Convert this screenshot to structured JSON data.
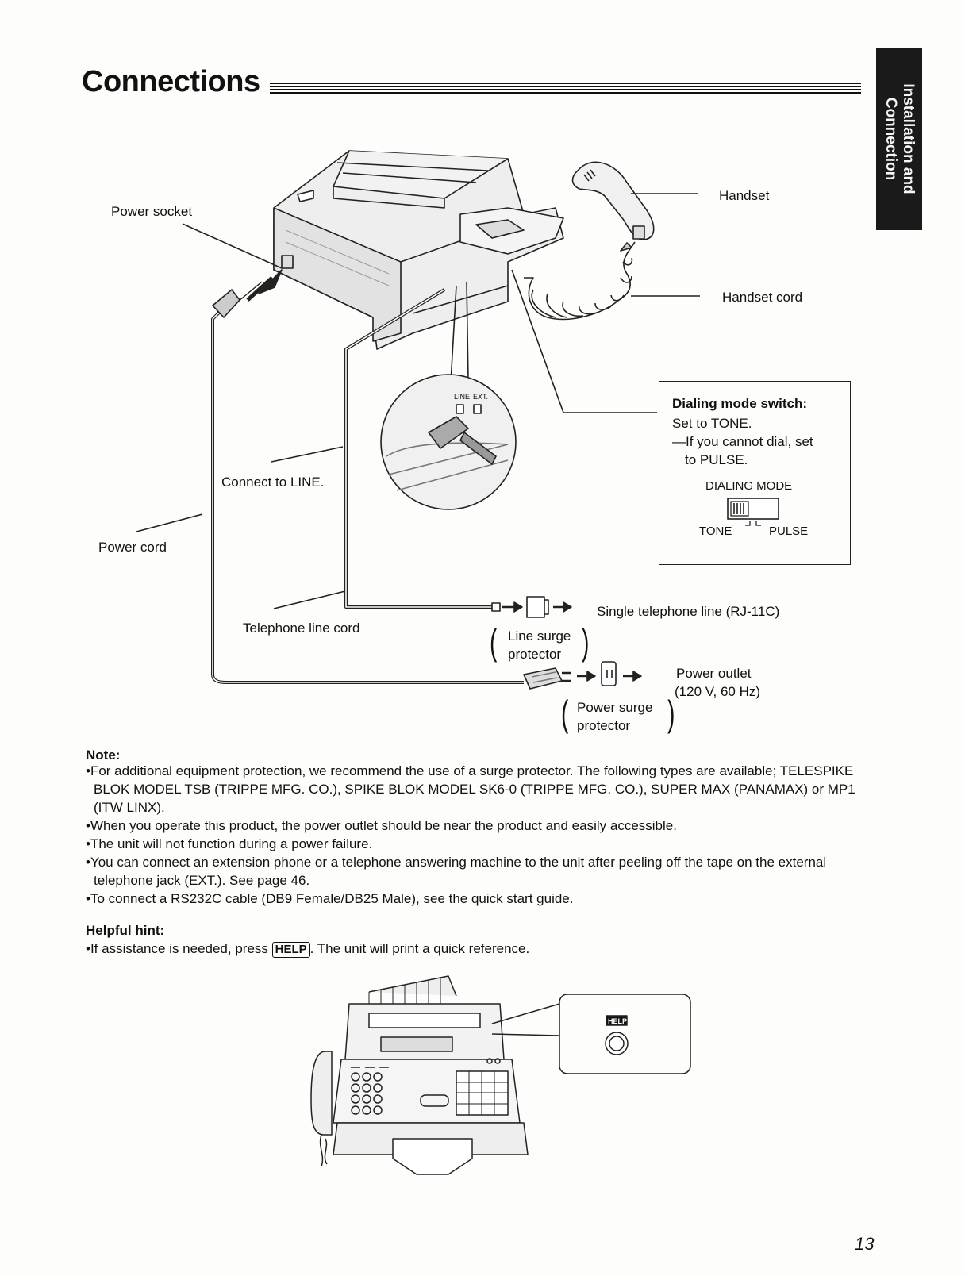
{
  "title": "Connections",
  "side_tab": {
    "line1": "Installation and",
    "line2": "Connection"
  },
  "diagram": {
    "power_socket": "Power socket",
    "handset": "Handset",
    "handset_cord": "Handset cord",
    "connect_to_line": "Connect to LINE.",
    "power_cord": "Power cord",
    "telephone_line_cord": "Telephone line cord",
    "single_line": "Single telephone line (RJ-11C)",
    "line_surge_1": "Line surge",
    "line_surge_2": "protector",
    "power_outlet_1": "Power outlet",
    "power_outlet_2": "(120 V, 60 Hz)",
    "power_surge_1": "Power surge",
    "power_surge_2": "protector",
    "jack_line": "LINE",
    "jack_ext": "EXT."
  },
  "dialing_box": {
    "title": "Dialing mode switch:",
    "line1": "Set to TONE.",
    "line2": "—If you cannot dial, set",
    "line3": "to PULSE.",
    "switch_label": "DIALING MODE",
    "tone": "TONE",
    "pulse": "PULSE"
  },
  "note": {
    "heading": "Note:",
    "items": [
      "For additional equipment protection, we recommend the use of a surge protector. The following types are available; TELESPIKE BLOK MODEL TSB (TRIPPE MFG. CO.), SPIKE BLOK MODEL SK6-0 (TRIPPE MFG. CO.), SUPER MAX (PANAMAX) or MP1 (ITW LINX).",
      "When you operate this product, the power outlet should be near the product and easily accessible.",
      "The unit will not function during a power failure.",
      "You can connect an extension phone or a telephone answering machine to the unit after peeling off the tape on the external telephone jack (EXT.). See page 46.",
      "To connect a RS232C cable (DB9 Female/DB25 Male), see the quick start guide."
    ]
  },
  "hint": {
    "heading": "Helpful hint:",
    "prefix": "If assistance is needed, press ",
    "key": "HELP",
    "suffix": ". The unit will print a quick reference."
  },
  "help_callout_label": "HELP",
  "page_number": "13"
}
